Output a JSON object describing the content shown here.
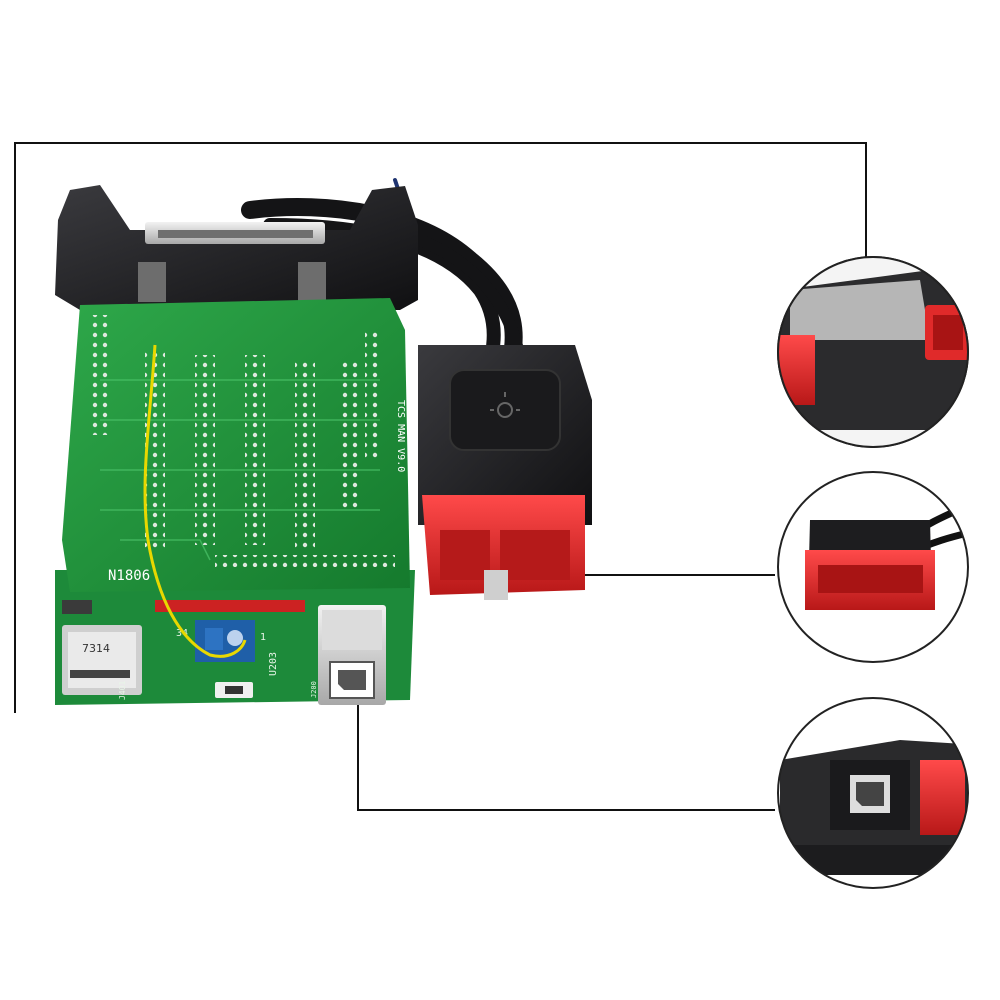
{
  "board_labels": {
    "part_number": "N1806",
    "version": "TCS MAN V9.0",
    "bt_module": "U203",
    "pin_34": "34",
    "pin_1": "1",
    "sd_chip": "7314",
    "usb_label": "J200",
    "card_label": "J401"
  },
  "colors": {
    "pcb_green": "#1f8f3a",
    "connector_red": "#e02a2a",
    "housing_black": "#1c1c1e",
    "wire_yellow": "#e8d800"
  },
  "icons": {
    "obd_cover_symbol": "light-bulb-icon"
  }
}
